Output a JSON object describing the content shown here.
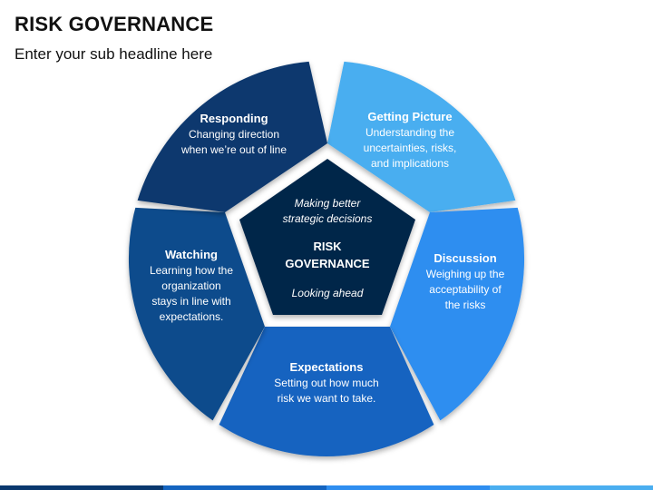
{
  "header": {
    "title": "RISK GOVERNANCE",
    "subtitle": "Enter your sub headline here"
  },
  "center": {
    "top_text_line1": "Making better",
    "top_text_line2": "strategic decisions",
    "title_line1": "RISK",
    "title_line2": "GOVERNANCE",
    "bottom_text": "Looking ahead",
    "color": "#06254a"
  },
  "segments": [
    {
      "id": "getting-picture",
      "title": "Getting Picture",
      "lines": [
        "Understanding the",
        "uncertainties, risks,",
        "and implications"
      ],
      "color": "#4aaef0"
    },
    {
      "id": "discussion",
      "title": "Discussion",
      "lines": [
        "Weighing up the",
        "acceptability of",
        "the risks"
      ],
      "color": "#2f8ef0"
    },
    {
      "id": "expectations",
      "title": "Expectations",
      "lines": [
        "Setting out how much",
        "risk we want to take."
      ],
      "color": "#1464c0"
    },
    {
      "id": "watching",
      "title": "Watching",
      "lines": [
        "Learning how the",
        "organization",
        "stays in line with",
        "expectations."
      ],
      "color": "#0e4c8c"
    },
    {
      "id": "responding",
      "title": "Responding",
      "lines": [
        "Changing direction",
        "when we’re out of line"
      ],
      "color": "#0a386e"
    }
  ],
  "footer_colors": [
    "#0a386e",
    "#1464c0",
    "#2f8ef0",
    "#4aaef0"
  ]
}
